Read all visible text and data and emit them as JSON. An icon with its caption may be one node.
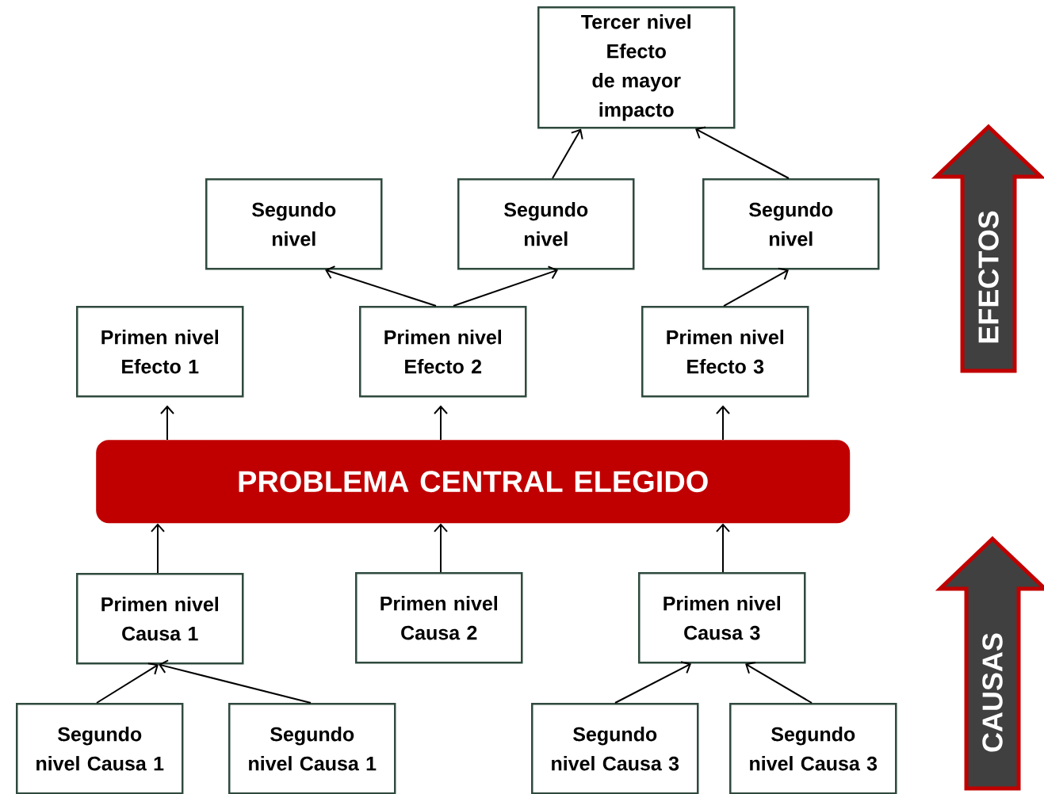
{
  "diagram": {
    "nodes": [
      {
        "text": [
          "Tercer nivel Efecto de mayor impacto"
        ]
      },
      {
        "text": [
          "Segundo nivel"
        ]
      },
      {
        "text": [
          "Segundo nivel"
        ]
      },
      {
        "text": [
          "Segundo nivel"
        ]
      },
      {
        "text": [
          "Primen nivel Efecto 1"
        ]
      },
      {
        "text": [
          "Primen nivel Efecto 2"
        ]
      },
      {
        "text": [
          "Primen nivel Efecto 3"
        ]
      },
      {
        "text": [
          "PROBLEMA CENTRAL ELEGIDO"
        ]
      },
      {
        "text": [
          "Primen nivel Causa 1"
        ]
      },
      {
        "text": [
          "Primen nivel Causa 2"
        ]
      },
      {
        "text": [
          "Primen nivel Causa 3"
        ]
      },
      {
        "text": [
          "Segundo nivel Causa 1"
        ]
      },
      {
        "text": [
          "Segundo nivel Causa 1"
        ]
      },
      {
        "text": [
          "Segundo nivel Causa 3"
        ]
      },
      {
        "text": [
          "Segundo nivel Causa 3"
        ]
      },
      {
        "text": [
          "EFECTOS"
        ]
      },
      {
        "text": [
          "CAUSAS"
        ]
      }
    ],
    "edges": [
      {
        "from": 2,
        "to": 0,
        "arrow": "to"
      },
      {
        "from": 3,
        "to": 0,
        "arrow": "to"
      },
      {
        "from": 5,
        "to": 1,
        "arrow": "to"
      },
      {
        "from": 5,
        "to": 2,
        "arrow": "to"
      },
      {
        "from": 6,
        "to": 3,
        "arrow": "to"
      },
      {
        "from": 7,
        "to": 4,
        "arrow": "to"
      },
      {
        "from": 7,
        "to": 5,
        "arrow": "to"
      },
      {
        "from": 7,
        "to": 6,
        "arrow": "to"
      },
      {
        "from": 8,
        "to": 7,
        "arrow": "to"
      },
      {
        "from": 9,
        "to": 7,
        "arrow": "to"
      },
      {
        "from": 10,
        "to": 7,
        "arrow": "to"
      },
      {
        "from": 11,
        "to": 8,
        "arrow": "to"
      },
      {
        "from": 12,
        "to": 8,
        "arrow": "to"
      },
      {
        "from": 13,
        "to": 10,
        "arrow": "to"
      },
      {
        "from": 14,
        "to": 10,
        "arrow": "to"
      }
    ]
  }
}
